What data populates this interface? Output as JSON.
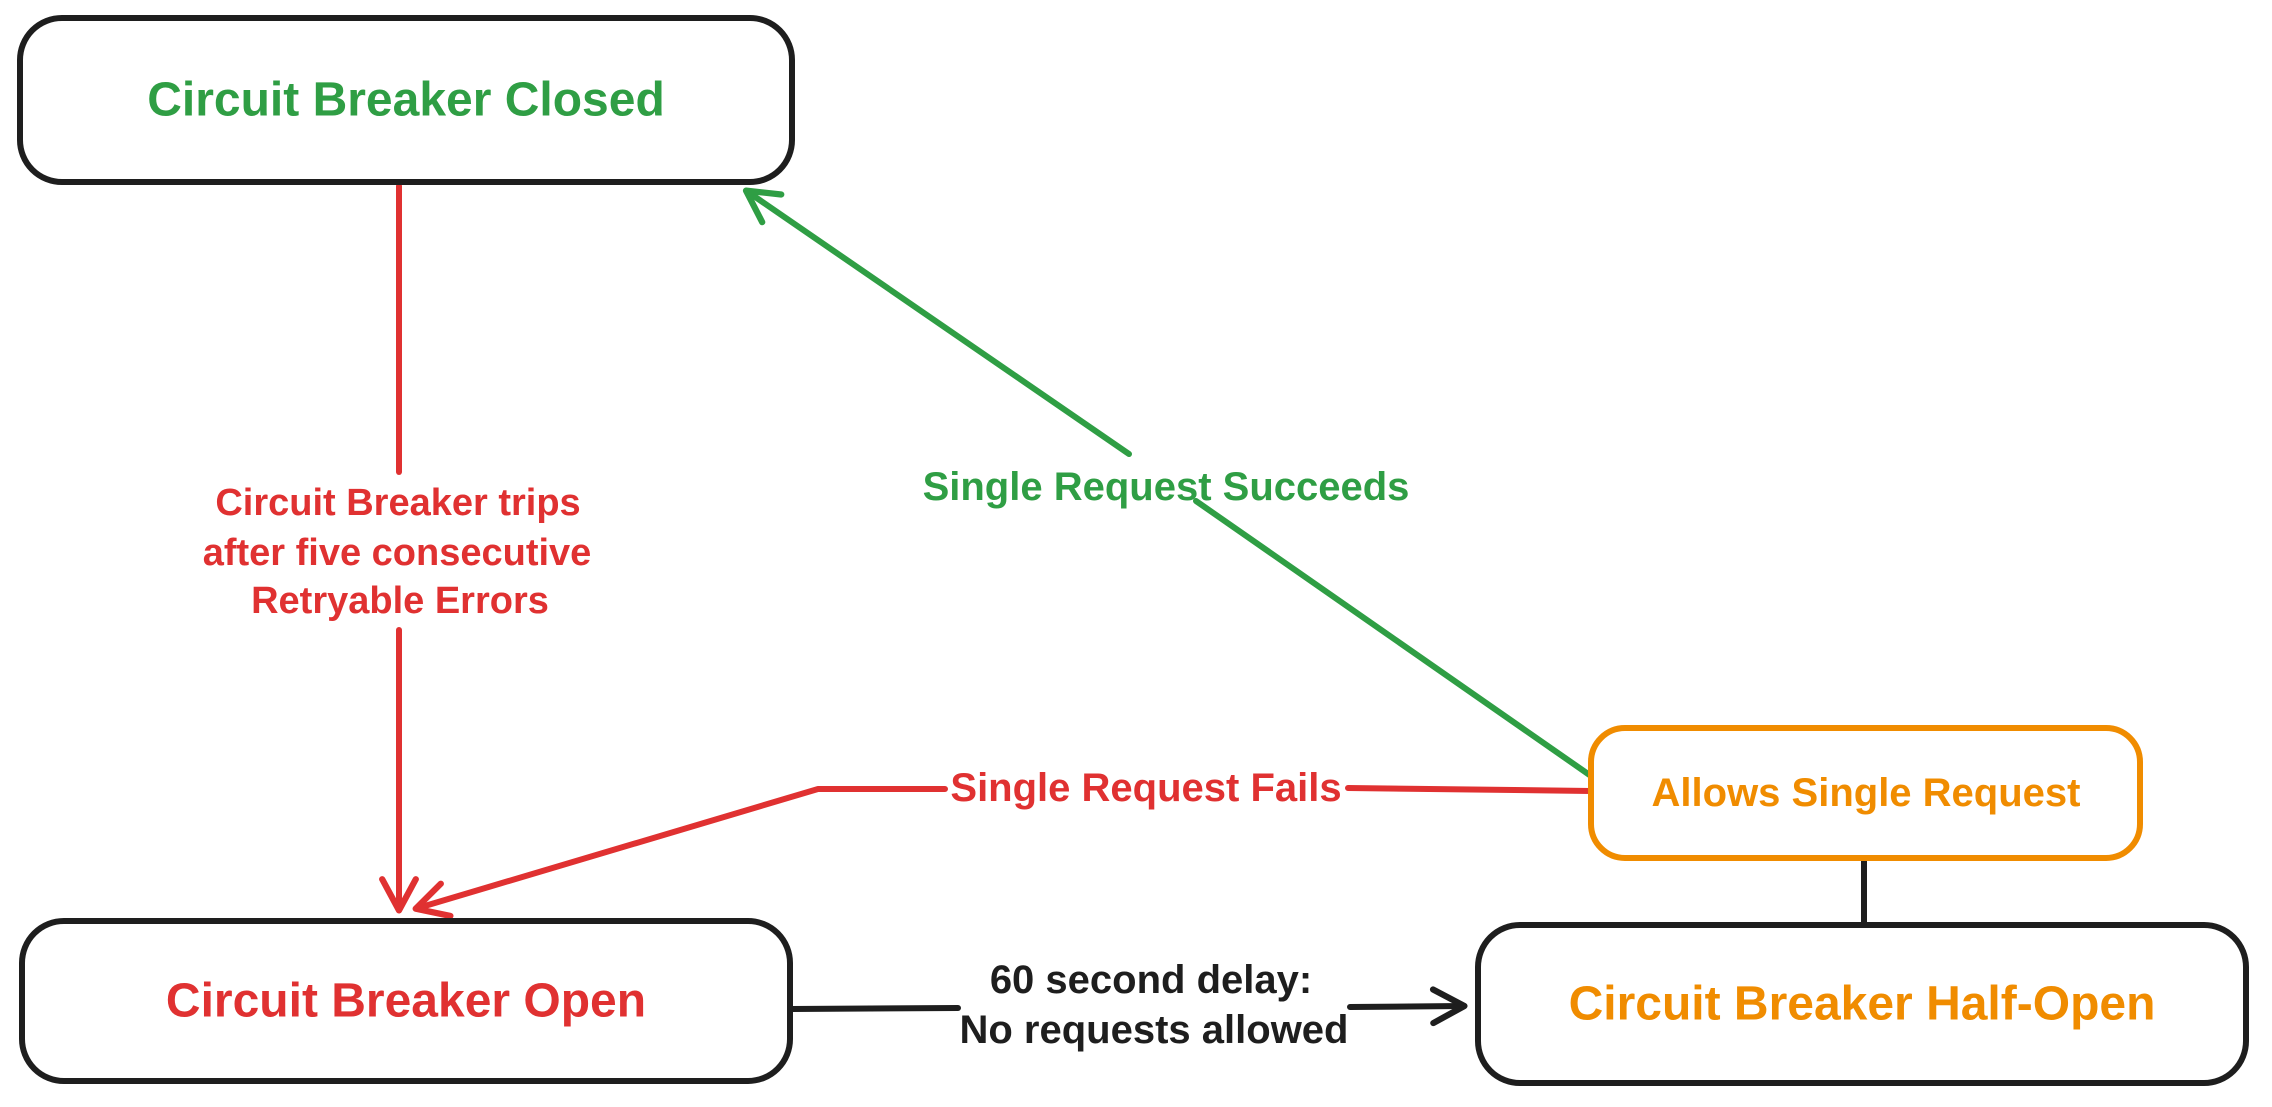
{
  "diagram": {
    "palette": {
      "background": "#ffffff",
      "black": "#1e1e1e",
      "red": "#e03131",
      "green": "#2f9e44",
      "orange": "#f08c00"
    },
    "nodes": [
      {
        "id": "closed",
        "label": "Circuit Breaker Closed",
        "text_color": "#2f9e44",
        "border_color": "#1e1e1e"
      },
      {
        "id": "open",
        "label": "Circuit Breaker Open",
        "text_color": "#e03131",
        "border_color": "#1e1e1e"
      },
      {
        "id": "half-open",
        "label": "Circuit Breaker Half-Open",
        "text_color": "#f08c00",
        "border_color": "#1e1e1e"
      },
      {
        "id": "allows-single-request",
        "label": "Allows Single Request",
        "text_color": "#f08c00",
        "border_color": "#f08c00"
      }
    ],
    "edges": [
      {
        "id": "closed-to-open",
        "color": "#e03131",
        "label_lines": [
          "Circuit Breaker trips",
          "after five consecutive",
          "Retryable Errors"
        ]
      },
      {
        "id": "half-open-to-closed",
        "color": "#2f9e44",
        "label": "Single Request Succeeds"
      },
      {
        "id": "half-open-to-open",
        "color": "#e03131",
        "label": "Single Request Fails"
      },
      {
        "id": "open-to-half-open",
        "color": "#1e1e1e",
        "label_lines": [
          "60 second delay:",
          "No requests allowed"
        ]
      },
      {
        "id": "half-open-to-allows",
        "color": "#1e1e1e"
      }
    ]
  }
}
